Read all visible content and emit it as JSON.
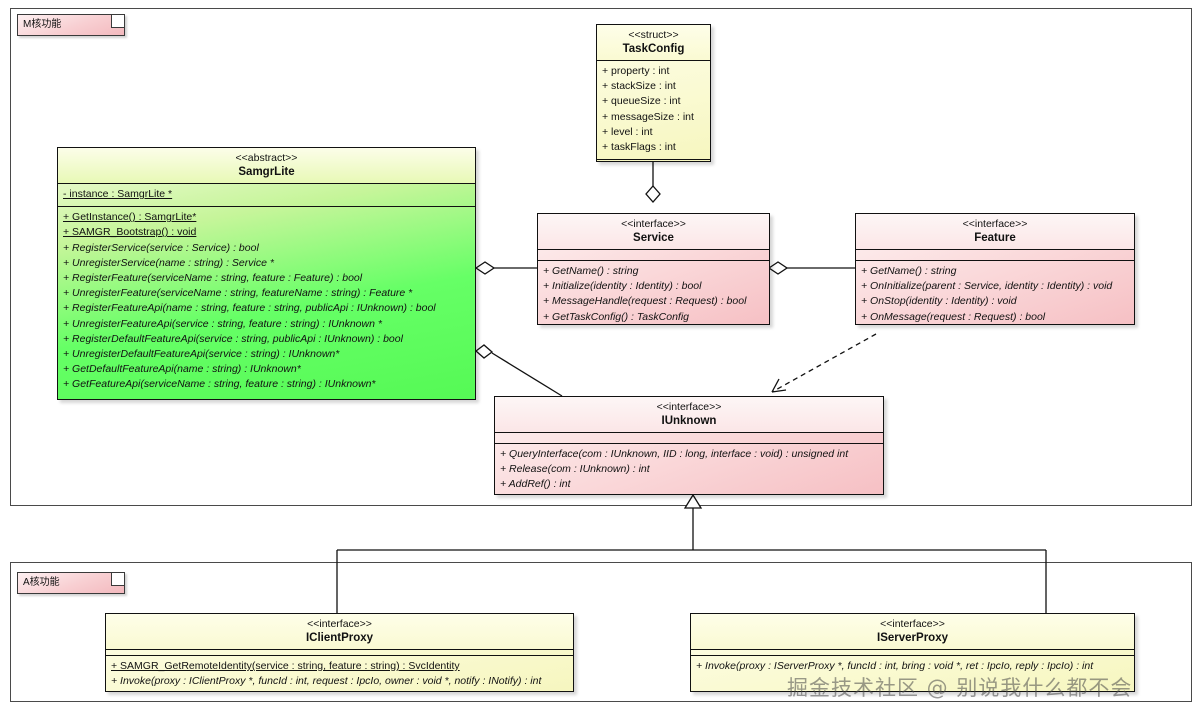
{
  "diagram": {
    "kind": "uml-class-diagram",
    "watermark": "掘金技术社区 @ 别说我什么都不会",
    "colors": {
      "green_fill": "#66ff66",
      "pink_fill": "#f6c0c4",
      "cream_fill": "#fafad2",
      "border": "#111111",
      "package_border": "#4a4a4a"
    }
  },
  "packages": [
    {
      "label": "M核功能"
    },
    {
      "label": "A核功能"
    }
  ],
  "classes": {
    "task_config": {
      "stereotype": "<<struct>>",
      "name": "TaskConfig",
      "attributes": [
        "+ property : int",
        "+ stackSize : int",
        "+ queueSize : int",
        "+ messageSize : int",
        "+ level : int",
        "+ taskFlags : int"
      ],
      "operations": []
    },
    "samgr_lite": {
      "stereotype": "<<abstract>>",
      "name": "SamgrLite",
      "attributes": [
        "- instance : SamgrLite *"
      ],
      "operations": [
        "+ GetInstance() : SamgrLite*",
        "+ SAMGR_Bootstrap() : void",
        "+ RegisterService(service : Service) : bool",
        "+ UnregisterService(name : string) : Service *",
        "+ RegisterFeature(serviceName : string, feature : Feature) : bool",
        "+ UnregisterFeature(serviceName : string, featureName : string) : Feature *",
        "+ RegisterFeatureApi(name : string, feature : string, publicApi : IUnknown) : bool",
        "+ UnregisterFeatureApi(service : string, feature : string) : IUnknown *",
        "+ RegisterDefaultFeatureApi(service : string, publicApi : IUnknown) : bool",
        "+ UnregisterDefaultFeatureApi(service : string) : IUnknown*",
        "+ GetDefaultFeatureApi(name : string) : IUnknown*",
        "+ GetFeatureApi(serviceName : string, feature : string) : IUnknown*"
      ],
      "static_ops": [
        true,
        true,
        false,
        false,
        false,
        false,
        false,
        false,
        false,
        false,
        false,
        false
      ],
      "static_attrs": [
        true
      ]
    },
    "service": {
      "stereotype": "<<interface>>",
      "name": "Service",
      "attributes": [],
      "operations": [
        "+ GetName() : string",
        "+ Initialize(identity : Identity) : bool",
        "+ MessageHandle(request : Request) : bool",
        "+ GetTaskConfig() : TaskConfig"
      ]
    },
    "feature": {
      "stereotype": "<<interface>>",
      "name": "Feature",
      "attributes": [],
      "operations": [
        "+ GetName() : string",
        "+ OnInitialize(parent : Service, identity : Identity) : void",
        "+ OnStop(identity : Identity) : void",
        "+ OnMessage(request : Request) : bool"
      ]
    },
    "iunknown": {
      "stereotype": "<<interface>>",
      "name": "IUnknown",
      "attributes": [],
      "operations": [
        "+ QueryInterface(com : IUnknown, IID : long, interface : void) : unsigned int",
        "+ Release(com : IUnknown) : int",
        "+ AddRef() : int"
      ]
    },
    "iclient_proxy": {
      "stereotype": "<<interface>>",
      "name": "IClientProxy",
      "attributes": [],
      "operations": [
        "+ SAMGR_GetRemoteIdentity(service : string, feature : string) : SvcIdentity",
        "+ Invoke(proxy : IClientProxy *, funcId : int, request : IpcIo, owner : void *, notify : INotify) : int"
      ],
      "static_ops": [
        true,
        false
      ]
    },
    "iserver_proxy": {
      "stereotype": "<<interface>>",
      "name": "IServerProxy",
      "attributes": [],
      "operations": [
        "+ Invoke(proxy : IServerProxy *, funcId : int, bring : void *, ret : IpcIo, reply : IpcIo) : int"
      ],
      "static_ops": [
        false
      ]
    }
  },
  "relationships": [
    {
      "from": "TaskConfig",
      "to": "Service",
      "type": "aggregation"
    },
    {
      "from": "SamgrLite",
      "to": "Service",
      "type": "aggregation"
    },
    {
      "from": "SamgrLite",
      "to": "IUnknown",
      "type": "aggregation"
    },
    {
      "from": "Service",
      "to": "Feature",
      "type": "aggregation"
    },
    {
      "from": "Feature",
      "to": "IUnknown",
      "type": "realization"
    },
    {
      "from": "IClientProxy",
      "to": "IUnknown",
      "type": "generalization"
    },
    {
      "from": "IServerProxy",
      "to": "IUnknown",
      "type": "generalization"
    }
  ]
}
